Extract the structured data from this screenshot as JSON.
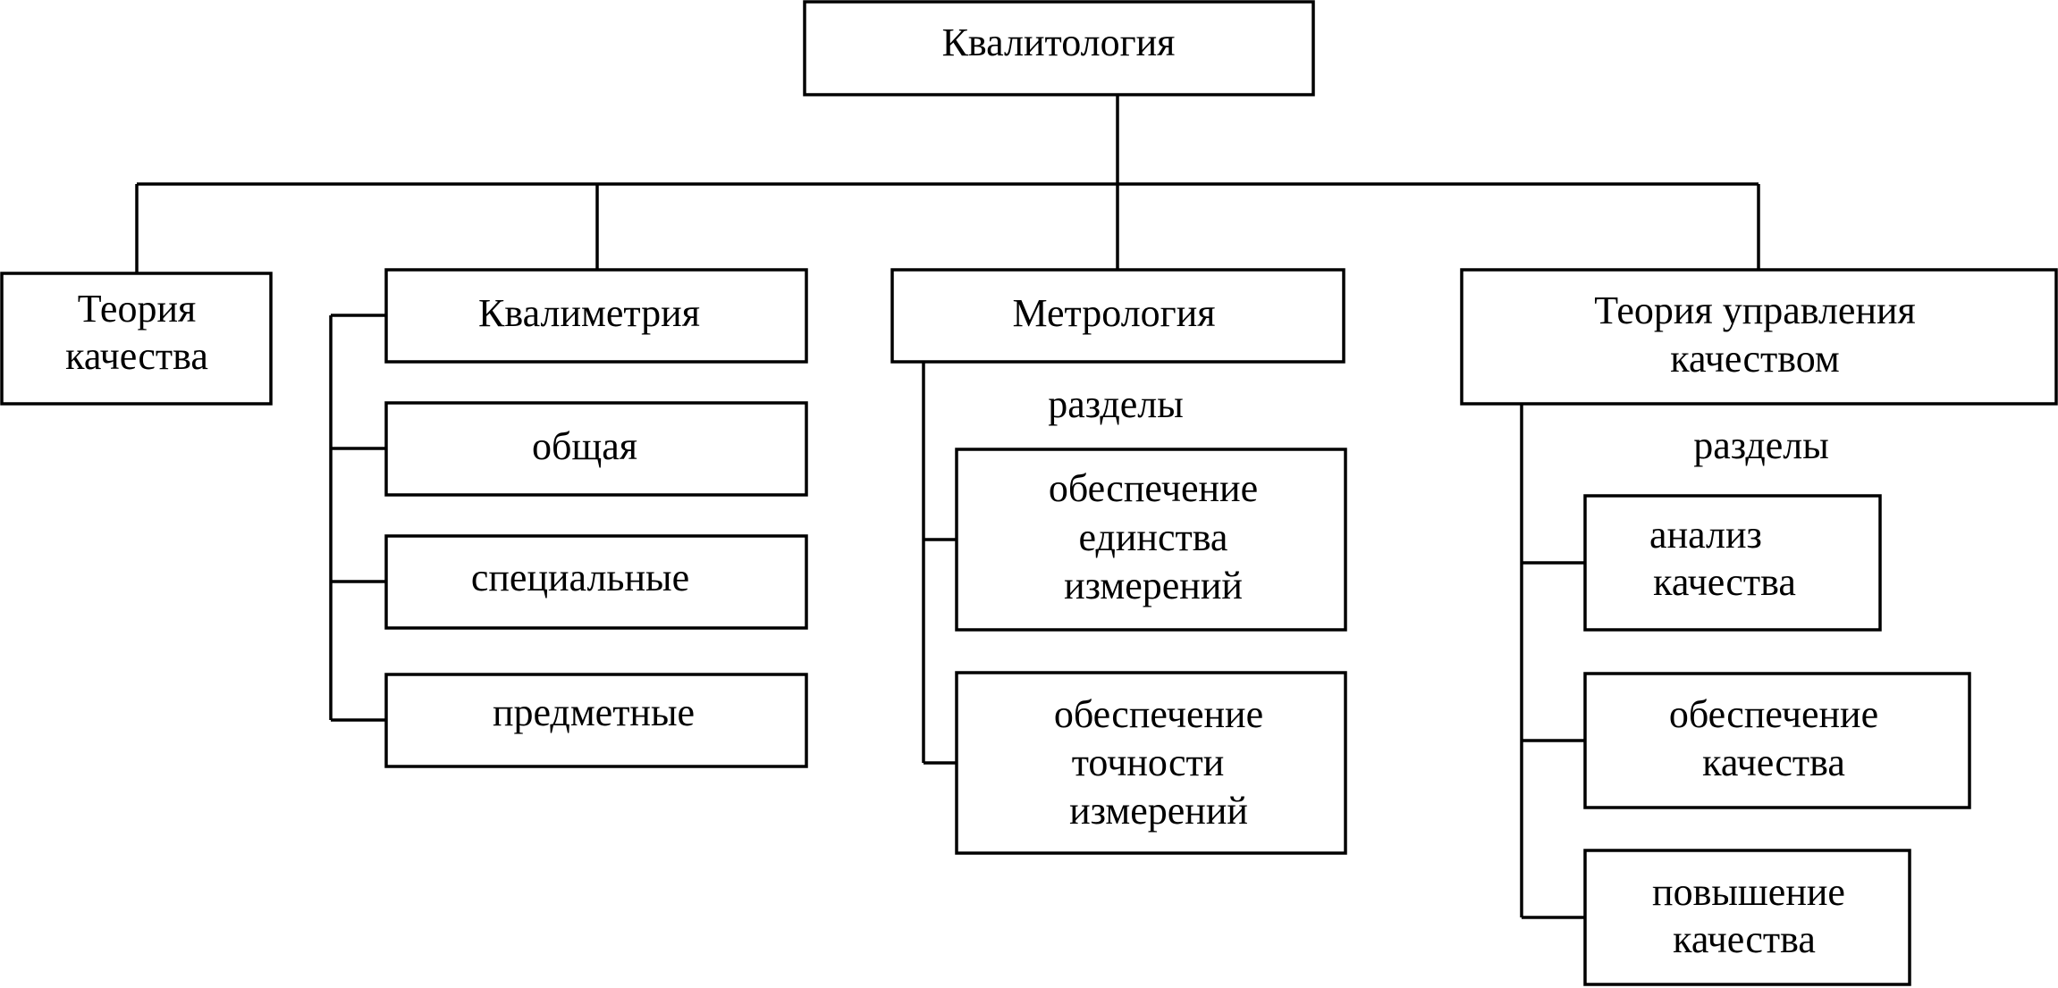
{
  "diagram": {
    "root": "Квалитология",
    "quality_theory": [
      "Теория",
      "качества"
    ],
    "qualimetry": {
      "title": "Квалиметрия",
      "items": [
        "общая",
        "специальные",
        "предметные"
      ]
    },
    "metrology": {
      "title": "Метрология",
      "sections_label": "разделы",
      "items": [
        [
          "обеспечение",
          "единства",
          "измерений"
        ],
        [
          "обеспечение",
          "точности",
          "измерений"
        ]
      ]
    },
    "quality_management": {
      "title": [
        "Теория управления",
        "качеством"
      ],
      "sections_label": "разделы",
      "items": [
        [
          "анализ",
          "качества"
        ],
        [
          "обеспечение",
          "качества"
        ],
        [
          "повышение",
          "качества"
        ]
      ]
    }
  }
}
